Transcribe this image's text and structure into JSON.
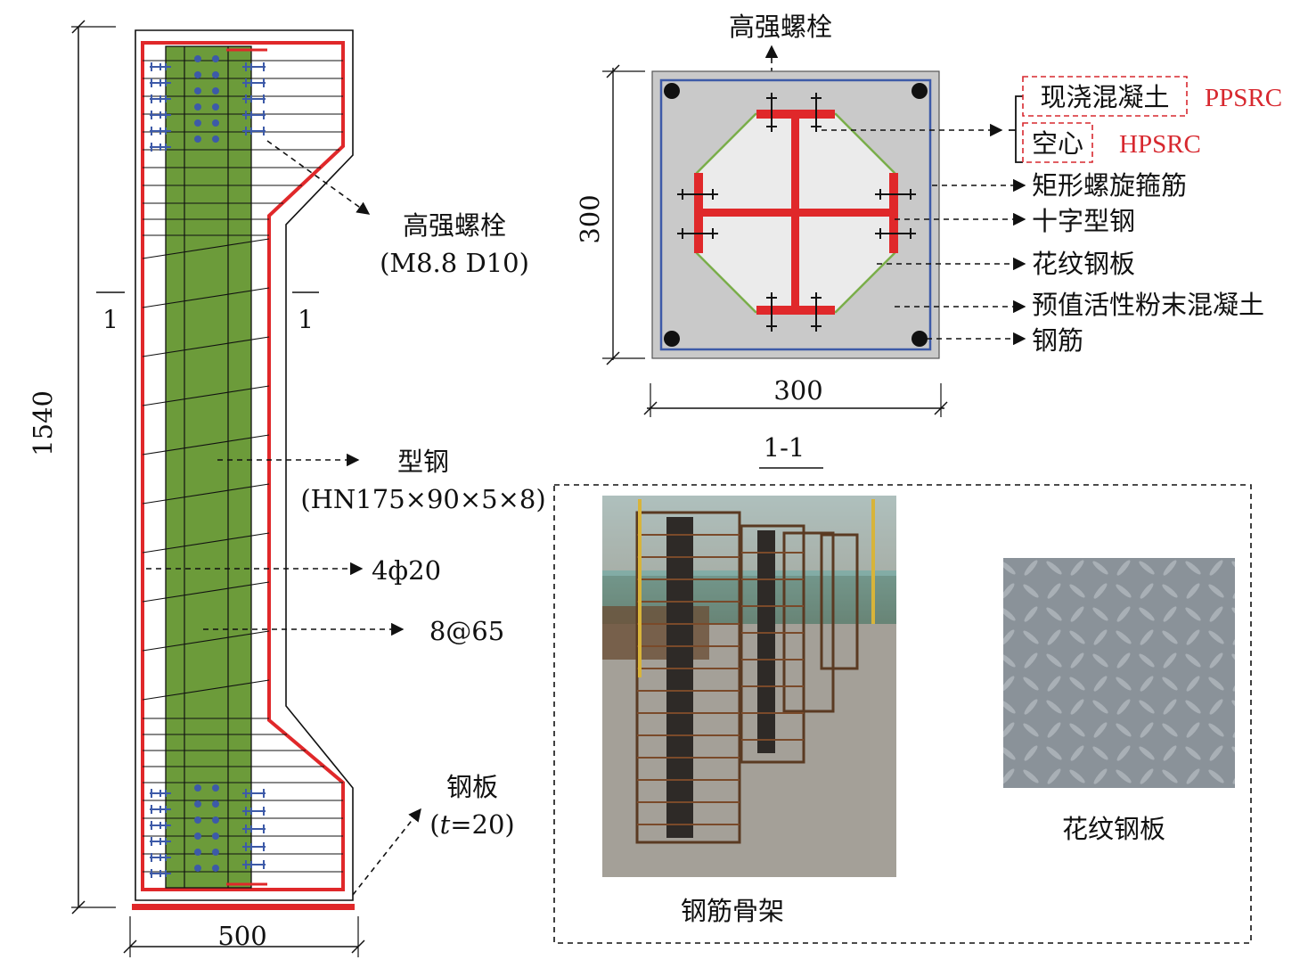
{
  "elevation": {
    "height_dim": "1540",
    "width_dim": "500",
    "section_mark": "1",
    "bolt_label": "高强螺栓",
    "bolt_spec": "(M8.8 D10)",
    "steel_label": "型钢",
    "steel_spec": "(HN175×90×5×8)",
    "rebar_label": "4ф20",
    "stirrup_label": "8@65",
    "plate_label": "钢板",
    "plate_t_italic": "t",
    "plate_t_value": "=20)",
    "plate_open": "("
  },
  "section": {
    "top_label": "高强螺栓",
    "height_dim": "300",
    "width_dim": "300",
    "caption": "1-1",
    "options": [
      {
        "text": "现浇混凝土",
        "tag": "PPSRC"
      },
      {
        "text": "空心",
        "tag": "HPSRC"
      }
    ],
    "legend": [
      "矩形螺旋箍筋",
      "十字型钢",
      "花纹钢板",
      "预值活性粉末混凝土",
      "钢筋"
    ]
  },
  "photos": {
    "left_caption": "钢筋骨架",
    "right_caption": "花纹钢板"
  },
  "colors": {
    "red": "#e0282a",
    "green": "#6c9b3a",
    "blue": "#3d5aa8",
    "concrete": "#c9c9c9",
    "plate_green": "#7aae4a"
  }
}
